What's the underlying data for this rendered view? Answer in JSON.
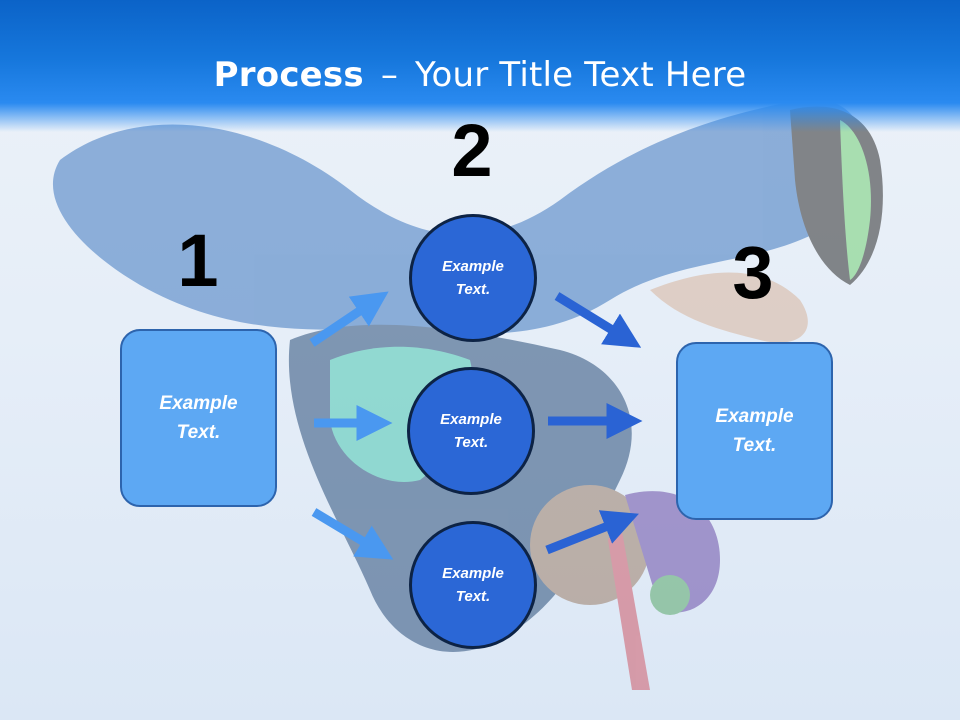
{
  "slide": {
    "title_bold": "Process",
    "title_sep": "–",
    "title_rest": "Your Title Text Here"
  },
  "steps": {
    "one": "1",
    "two": "2",
    "three": "3"
  },
  "boxes": {
    "left": {
      "line1": "Example",
      "line2": "Text."
    },
    "right": {
      "line1": "Example",
      "line2": "Text."
    }
  },
  "circles": [
    {
      "line1": "Example",
      "line2": "Text."
    },
    {
      "line1": "Example",
      "line2": "Text."
    },
    {
      "line1": "Example",
      "line2": "Text."
    }
  ],
  "colors": {
    "header": "#1677dc",
    "box_fill": "#5da8f3",
    "circle_fill": "#2b67d6",
    "arrow_light": "#4a98f0",
    "arrow_dark": "#2a63d4"
  }
}
